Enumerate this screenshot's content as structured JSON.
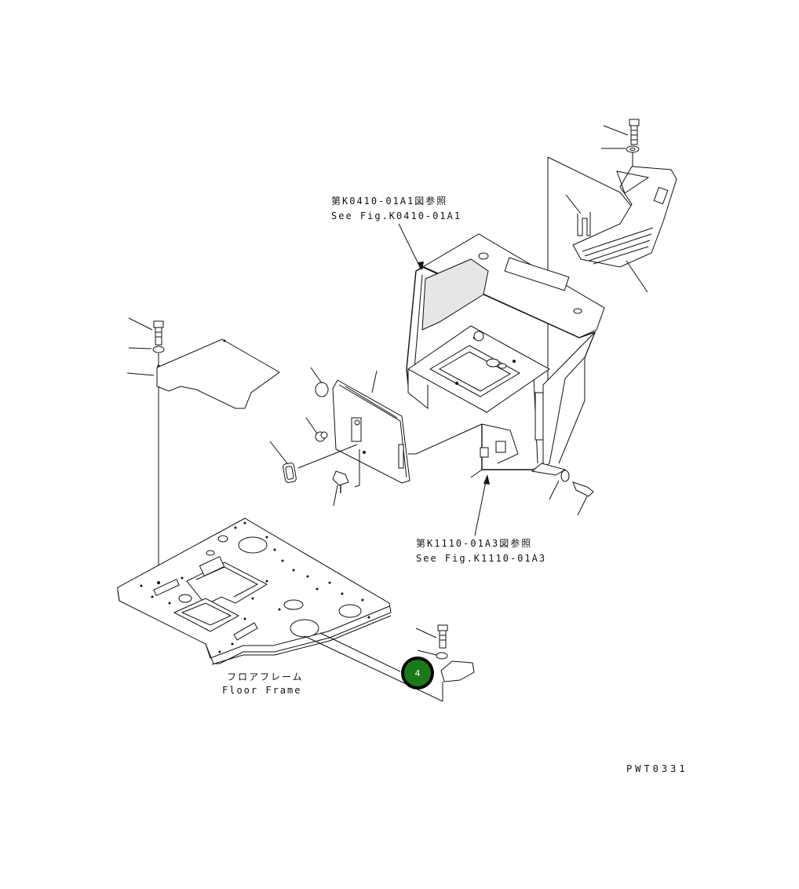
{
  "callouts": {
    "seat_stand_jp": "第K0410-01A1図参照",
    "seat_stand_en": "See Fig.K0410-01A1",
    "control_stand_jp": "第K1110-01A3図参照",
    "control_stand_en": "See Fig.K1110-01A3",
    "floor_frame_jp": "フロアフレーム",
    "floor_frame_en": "Floor Frame"
  },
  "highlight": {
    "number": "4",
    "color": "#1a7a1a"
  },
  "drawing_code": "PWT0331",
  "colors": {
    "line": "#111111",
    "background": "#ffffff"
  }
}
